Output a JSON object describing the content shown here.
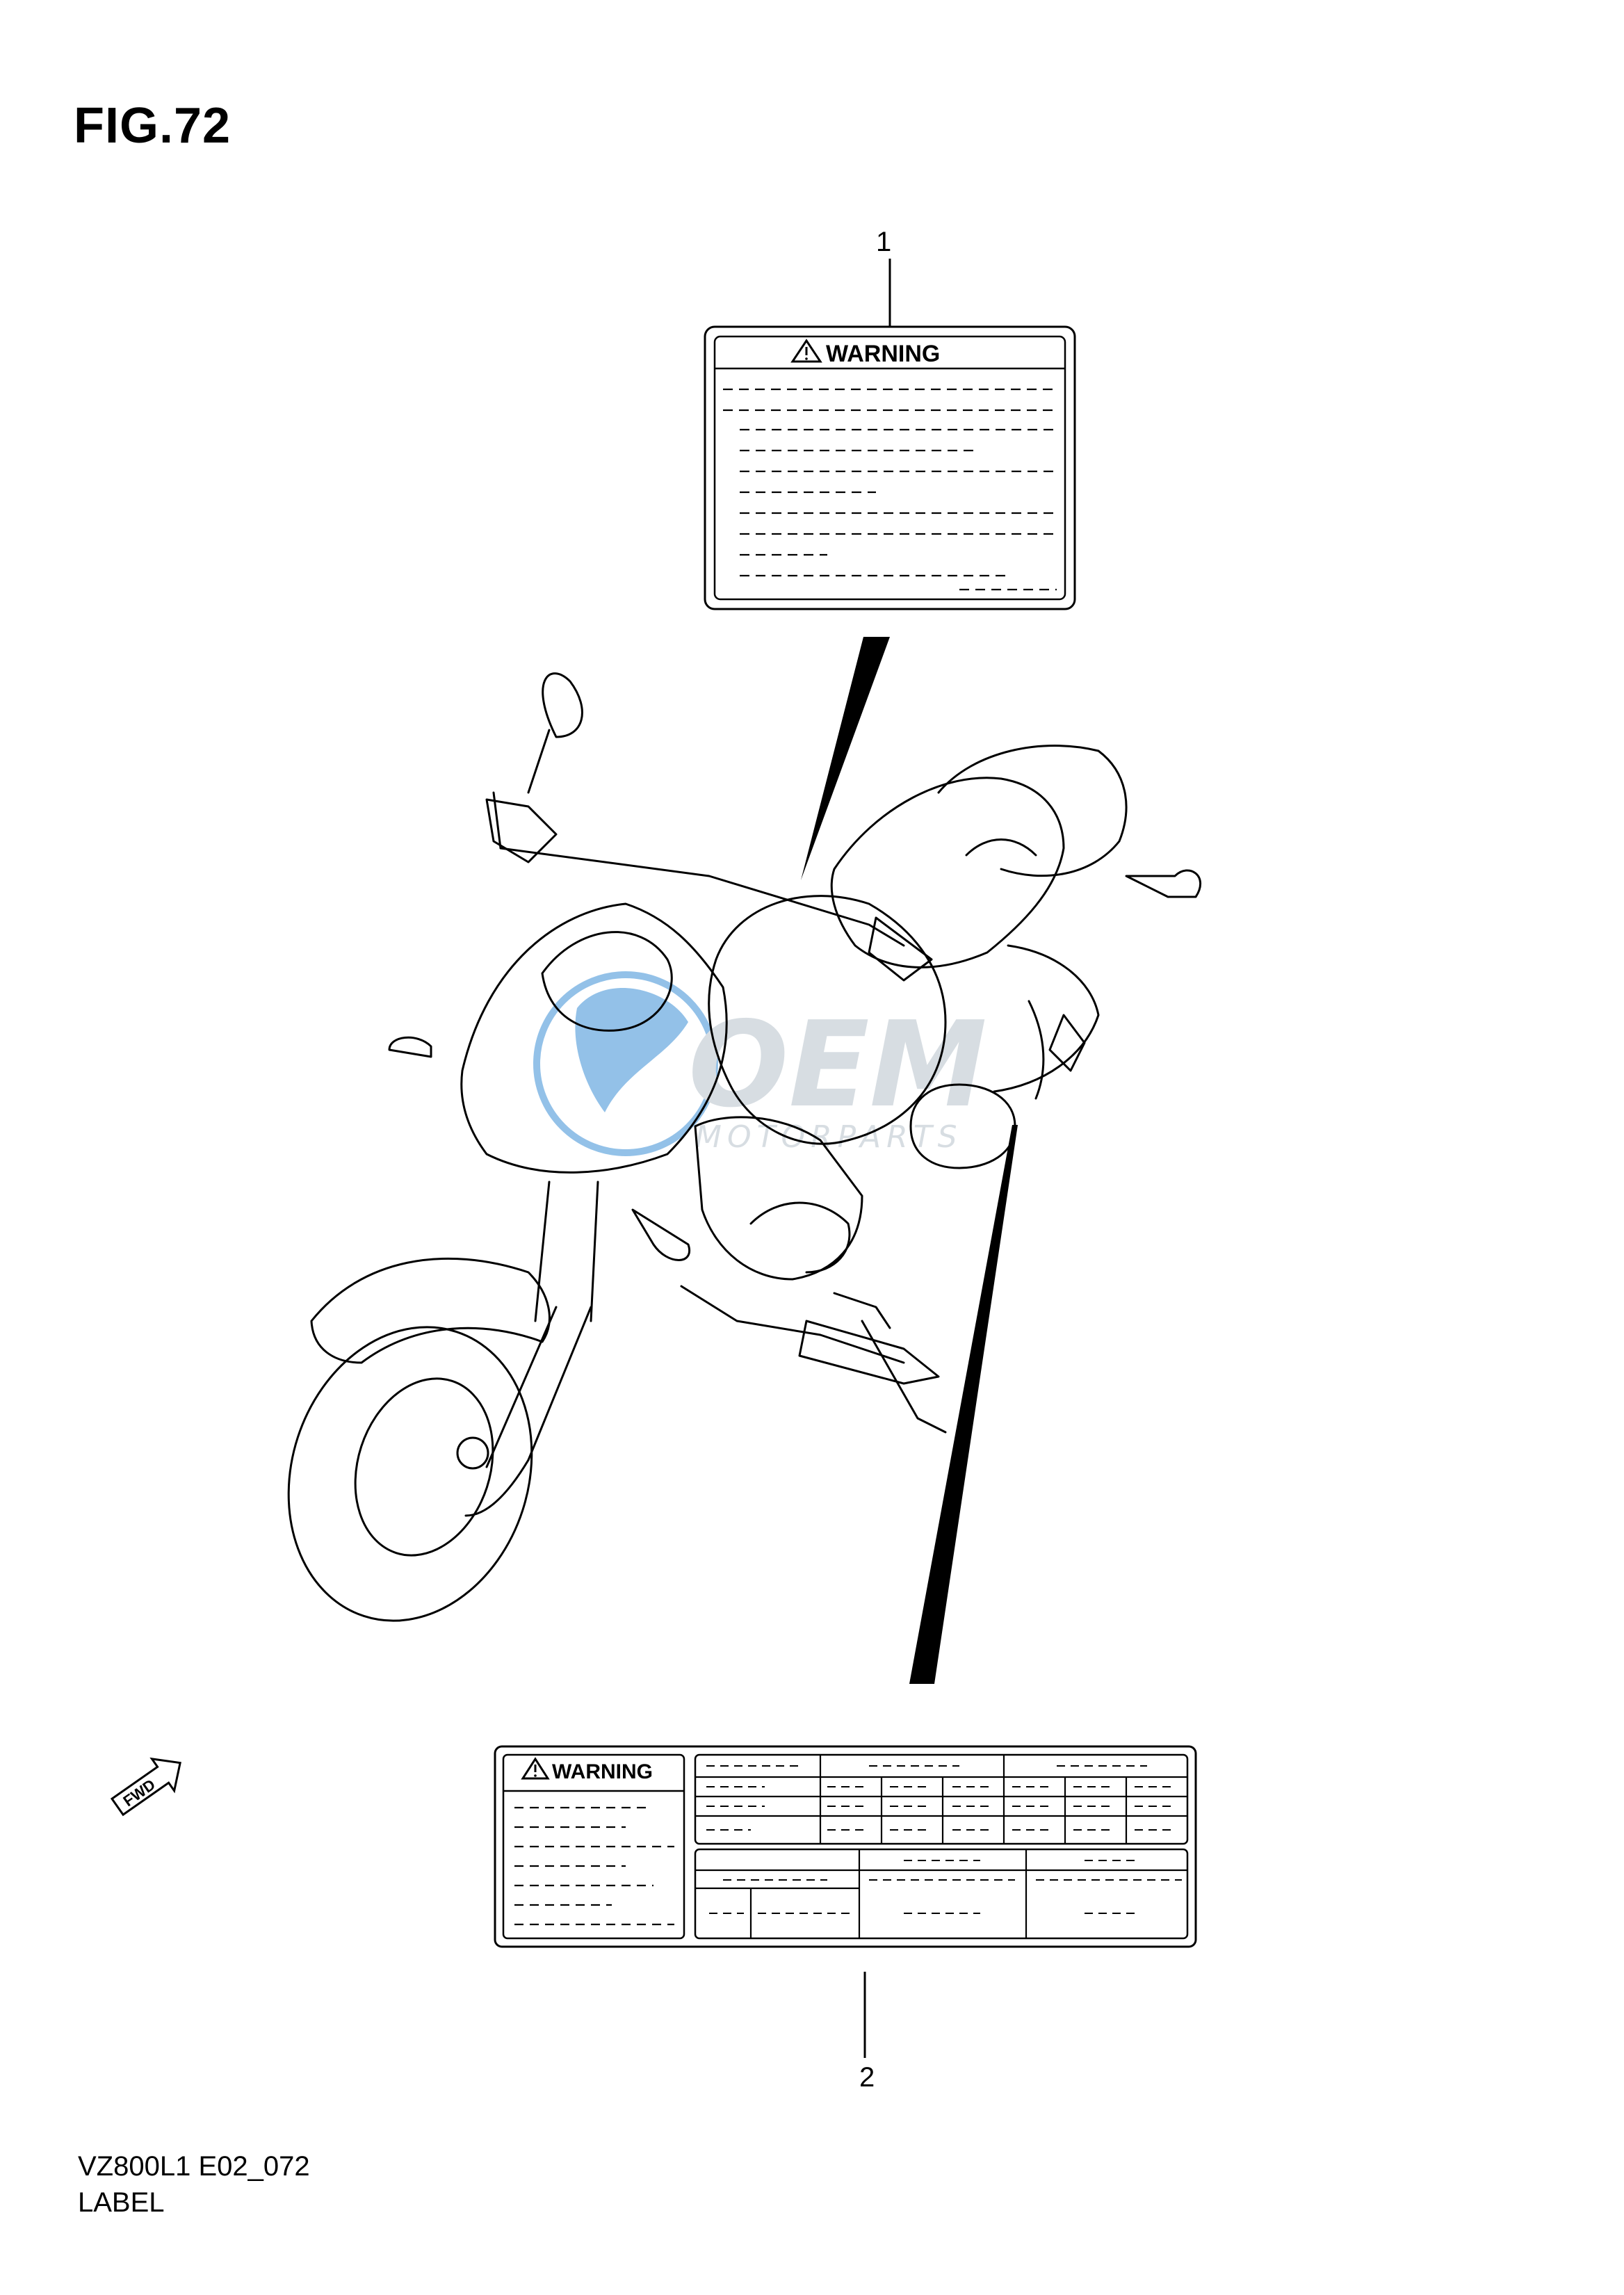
{
  "figure": {
    "title": "FIG.72"
  },
  "callouts": [
    {
      "number": "1"
    },
    {
      "number": "2"
    }
  ],
  "labels": {
    "label1_heading": "WARNING",
    "label2_heading": "WARNING"
  },
  "fwd_arrow": {
    "text": "FWD"
  },
  "watermark": {
    "brand": "OEM",
    "sub": "MOTORPARTS",
    "colors": {
      "globe": "#3b8fd6",
      "text": "#b8c3cc"
    }
  },
  "footer": {
    "model_code": "VZ800L1  E02_072",
    "section": "LABEL"
  }
}
